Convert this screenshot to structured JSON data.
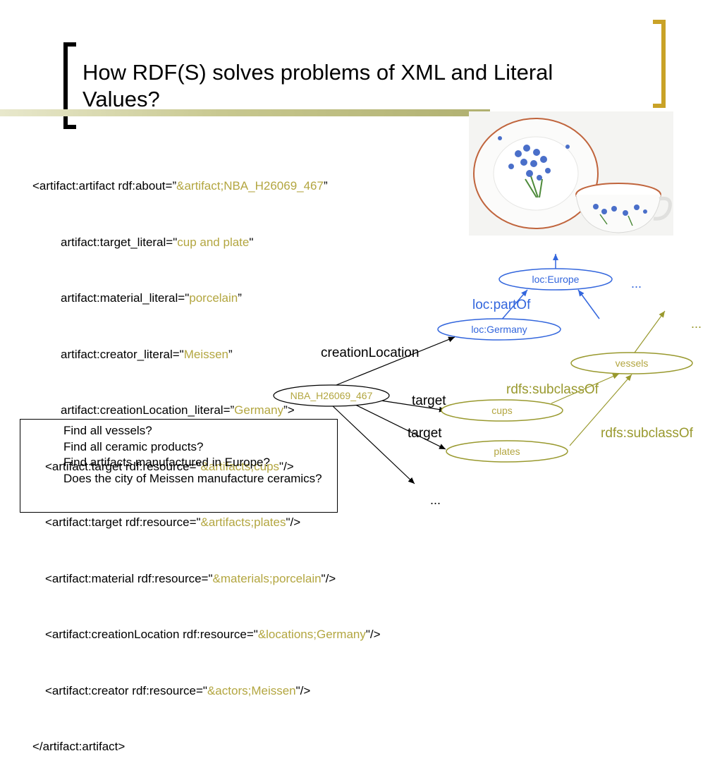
{
  "slide": {
    "title": "How RDF(S) solves problems of XML and Literal Values?"
  },
  "code": {
    "l1_pre": "<artifact:artifact rdf:about=”",
    "l1_lit": "&artifact;NBA_H26069_467",
    "l1_post": "”",
    "l2_pre": "artifact:target_literal=\"",
    "l2_lit": "cup and plate",
    "l2_post": "\"",
    "l3_pre": "artifact:material_literal=\"",
    "l3_lit": "porcelain",
    "l3_post": "”",
    "l4_pre": "artifact:creator_literal=\"",
    "l4_lit": "Meissen",
    "l4_post": "”",
    "l5_pre": "artifact:creationLocation_literal=”",
    "l5_lit": "Germany",
    "l5_post": "”>",
    "l6_pre": "<artifact:target rdf:resource=\"",
    "l6_lit": "&artifacts;cups",
    "l6_post": "\"/>",
    "l7_pre": "<artifact:target rdf:resource=\"",
    "l7_lit": "&artifacts;plates",
    "l7_post": "\"/>",
    "l8_pre": "<artifact:material rdf:resource=\"",
    "l8_lit": "&materials;porcelain",
    "l8_post": "\"/>",
    "l9_pre": "<artifact:creationLocation rdf:resource=\"",
    "l9_lit": "&locations;Germany",
    "l9_post": "\"/>",
    "l10_pre": "<artifact:creator rdf:resource=\"",
    "l10_lit": "&actors;Meissen",
    "l10_post": "\"/>",
    "l11": "</artifact:artifact>"
  },
  "questions": [
    "Find all vessels?",
    "Find all ceramic products?",
    "Find artifacts manufactured in Europe?",
    "Does the city of Meissen manufacture ceramics?"
  ],
  "graph": {
    "nodes": {
      "europe": "loc:Europe",
      "germany": "loc:Germany",
      "nba": "NBA_H26069_467",
      "cups": "cups",
      "plates": "plates",
      "vessels": "vessels"
    },
    "edges": {
      "partof": "loc:partOf",
      "creation": "creationLocation",
      "target1": "target",
      "target2": "target",
      "subclass1": "rdfs:subclassOf",
      "subclass2": "rdfs:subclassOf"
    },
    "ellipsis": "...",
    "colors": {
      "blue": "#3366dd",
      "olive": "#99992e",
      "olive_text": "#b3a640",
      "black": "#000000"
    }
  }
}
